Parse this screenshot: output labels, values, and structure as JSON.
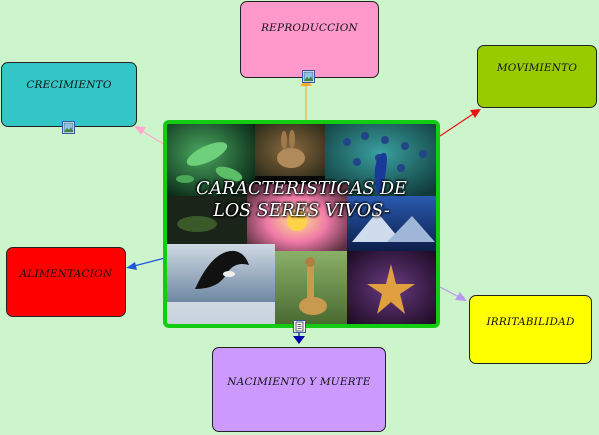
{
  "center": {
    "title": "CARACTERISTICAS DE\nLOS SERES VIVOS-",
    "border_color": "#11cc11"
  },
  "nodes": [
    {
      "id": "reproduccion",
      "label": "REPRODUCCION",
      "color": "#ff99cc",
      "attachment": "image-icon"
    },
    {
      "id": "crecimiento",
      "label": "CRECIMIENTO",
      "color": "#33c6c6",
      "attachment": "image-icon"
    },
    {
      "id": "movimiento",
      "label": "MOVIMIENTO",
      "color": "#99cc00"
    },
    {
      "id": "alimentacion",
      "label": "ALIMENTACION",
      "color": "#ff0000"
    },
    {
      "id": "irritabilidad",
      "label": "IRRITABILIDAD",
      "color": "#ffff00"
    },
    {
      "id": "nacimiento",
      "label": "NACIMIENTO Y MUERTE",
      "color": "#cc99ff"
    }
  ],
  "center_attachment": "note-icon",
  "connector_colors": {
    "reproduccion": "#ffaa33",
    "crecimiento": "#ffaacc",
    "movimiento": "#ee1111",
    "alimentacion": "#2255dd",
    "irritabilidad": "#bb99ee",
    "nacimiento": "#0000aa"
  }
}
